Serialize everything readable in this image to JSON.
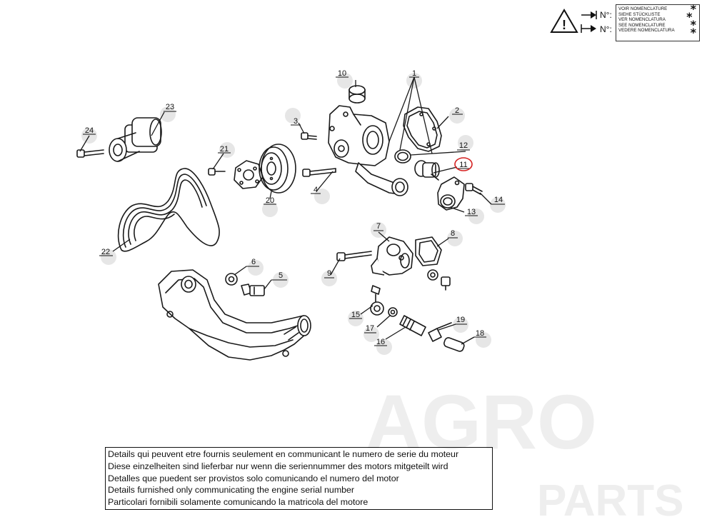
{
  "header": {
    "legend_lines": [
      "VOIR NOMENCLATURE",
      "SIEHE STÜCKLISTE",
      "VER NOMENCLATURA",
      "SEE NOMENCLATURE",
      "VEDERE NOMENCLATURA"
    ],
    "serial_label_1": "N°:",
    "serial_label_2": "N°:",
    "stars": "* * * *"
  },
  "callouts": [
    "1",
    "2",
    "3",
    "4",
    "5",
    "6",
    "7",
    "8",
    "9",
    "10",
    "11",
    "12",
    "13",
    "14",
    "15",
    "16",
    "17",
    "18",
    "19",
    "20",
    "21",
    "22",
    "23",
    "24"
  ],
  "highlighted_callout": "11",
  "highlight_color": "#d42020",
  "note": {
    "lines": [
      "Details qui peuvent etre fournis seulement en communicant le numero de serie du moteur",
      "Diese einzelheiten sind lieferbar nur wenn die seriennummer des motors mitgeteilt wird",
      "Detalles que puedent ser provistos solo comunicando el numero del motor",
      "Details furnished only communicating the engine serial number",
      "Particolari fornibili solamente comunicando la matricola del motore"
    ]
  },
  "watermark": {
    "line1": "AGRO",
    "line2": "PARTS"
  }
}
